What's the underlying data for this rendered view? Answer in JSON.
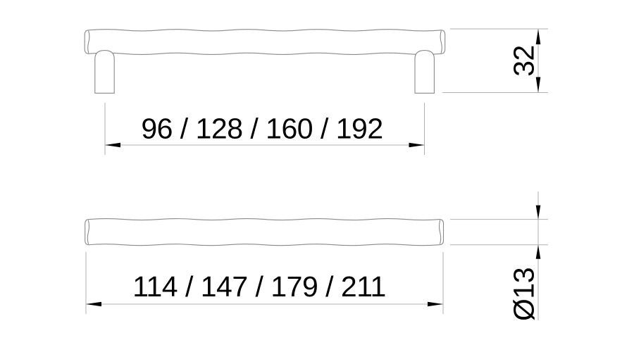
{
  "dimensions": {
    "front_hole_spacing": "96 / 128 / 160 / 192",
    "front_height": "32",
    "overall_length": "114 / 147 / 179 / 211",
    "bar_diameter": "Ø13"
  },
  "colors": {
    "background": "#ffffff",
    "geometry": "#8a8a8a",
    "dim_line": "#b2b2b2",
    "arrow": "#000000",
    "text": "#000000"
  }
}
